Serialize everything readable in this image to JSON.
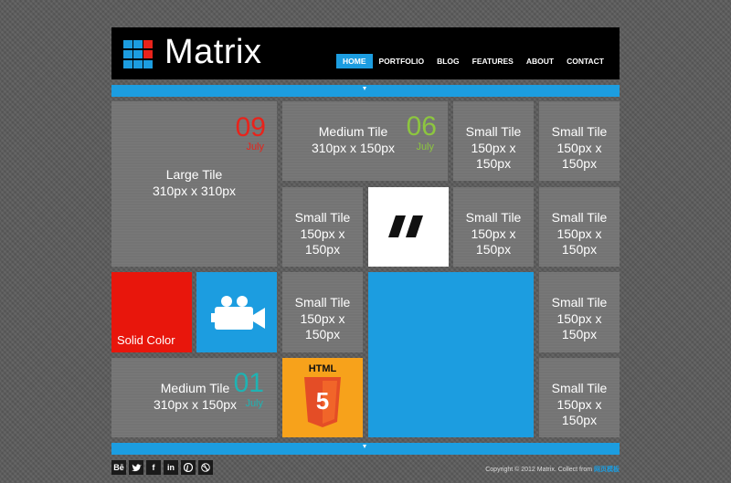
{
  "header": {
    "brand": "Matrix",
    "nav": [
      "HOME",
      "PORTFOLIO",
      "BLOG",
      "FEATURES",
      "ABOUT",
      "CONTACT"
    ],
    "active": "HOME"
  },
  "tiles": {
    "large": {
      "title": "Large Tile",
      "size": "310px x 310px",
      "day": "09",
      "month": "July",
      "date_color": "#e8231b"
    },
    "medium_top": {
      "title": "Medium Tile",
      "size": "310px x 150px",
      "day": "06",
      "month": "July",
      "date_color": "#8dc63f"
    },
    "medium_bottom": {
      "title": "Medium Tile",
      "size": "310px x 150px",
      "day": "01",
      "month": "July",
      "date_color": "#1fb3b3"
    },
    "small_title": "Small Tile",
    "small_size": "150px x 150px",
    "solid": {
      "label": "Solid Color",
      "color": "#e8160c"
    },
    "blue": "#1c9de0",
    "orange": "#f7a21b",
    "quote_icon": "quote-icon",
    "video_icon": "video-camera-icon",
    "html5": {
      "label": "HTML",
      "number": "5"
    }
  },
  "footer": {
    "icons": [
      "Bē",
      "twitter",
      "f",
      "in",
      "pinterest",
      "dribbble"
    ],
    "copyright": "Copyright © 2012 Matrix. Collect from",
    "mark": "网页模板"
  }
}
